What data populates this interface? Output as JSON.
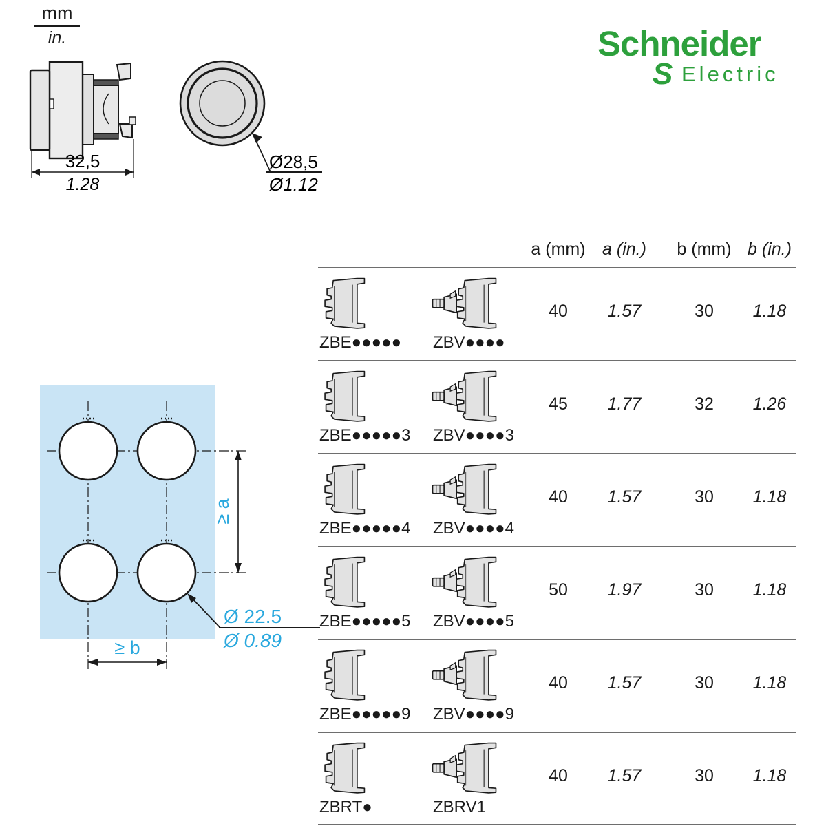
{
  "colors": {
    "brand_green": "#2DA03C",
    "dim_cyan": "#29A8DE",
    "panel_blue": "#C9E4F5",
    "drawing_fill": "#E2E2E2",
    "line_black": "#1A1A1A",
    "rule_gray": "#6E6E6E"
  },
  "units_legend": {
    "mm": "mm",
    "in": "in."
  },
  "logo": {
    "brand": "Schneider",
    "sub": "Electric"
  },
  "head_side_view": {
    "width_mm": "32,5",
    "width_in": "1.28"
  },
  "head_front_view": {
    "dia_mm": "Ø28,5",
    "dia_in": "Ø1.12"
  },
  "panel_cutout": {
    "pitch_vertical": "≥ a",
    "pitch_horizontal": "≥ b",
    "hole_dia_mm": "Ø 22.5",
    "hole_dia_in": "Ø 0.89"
  },
  "table": {
    "headers": [
      "a (mm)",
      "a (in.)",
      "b (mm)",
      "b (in.)"
    ],
    "rows": [
      {
        "ref_zbe": "ZBE●●●●●",
        "ref_zbv": "ZBV●●●●",
        "a_mm": "40",
        "a_in": "1.57",
        "b_mm": "30",
        "b_in": "1.18"
      },
      {
        "ref_zbe": "ZBE●●●●●3",
        "ref_zbv": "ZBV●●●●3",
        "a_mm": "45",
        "a_in": "1.77",
        "b_mm": "32",
        "b_in": "1.26"
      },
      {
        "ref_zbe": "ZBE●●●●●4",
        "ref_zbv": "ZBV●●●●4",
        "a_mm": "40",
        "a_in": "1.57",
        "b_mm": "30",
        "b_in": "1.18"
      },
      {
        "ref_zbe": "ZBE●●●●●5",
        "ref_zbv": "ZBV●●●●5",
        "a_mm": "50",
        "a_in": "1.97",
        "b_mm": "30",
        "b_in": "1.18"
      },
      {
        "ref_zbe": "ZBE●●●●●9",
        "ref_zbv": "ZBV●●●●9",
        "a_mm": "40",
        "a_in": "1.57",
        "b_mm": "30",
        "b_in": "1.18"
      },
      {
        "ref_zbe": "ZBRT●",
        "ref_zbv": "ZBRV1",
        "a_mm": "40",
        "a_in": "1.57",
        "b_mm": "30",
        "b_in": "1.18"
      }
    ]
  }
}
